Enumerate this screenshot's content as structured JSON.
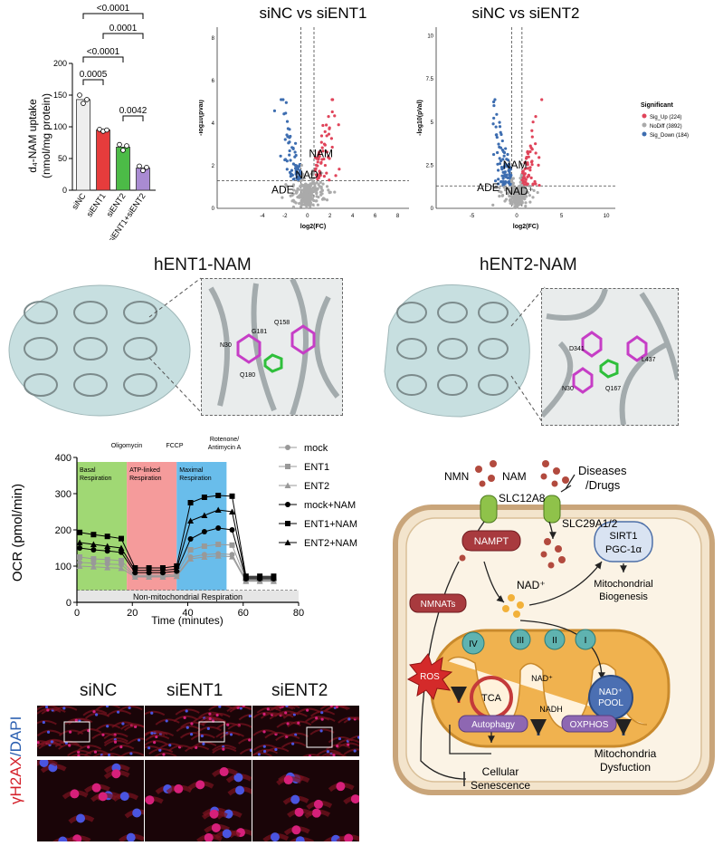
{
  "panelA": {
    "ylabel": "d₄-NAM uptake",
    "ylabel2": "(nmol/mg protein)",
    "chart_data": {
      "type": "bar",
      "categories": [
        "siNC",
        "siENT1",
        "siENT2",
        "siENT1+siENT2"
      ],
      "values": [
        143,
        95,
        68,
        35
      ],
      "points": [
        [
          150,
          137,
          143
        ],
        [
          96,
          93,
          95
        ],
        [
          72,
          63,
          70
        ],
        [
          38,
          31,
          36
        ]
      ],
      "ylim": [
        0,
        200
      ],
      "yticks": [
        0,
        50,
        100,
        150,
        200
      ],
      "colors": [
        "#eeeeee",
        "#e63c3c",
        "#4cbb47",
        "#a98bd2"
      ],
      "brackets": [
        {
          "from": 0,
          "to": 3,
          "label": "<0.0001"
        },
        {
          "from": 1,
          "to": 3,
          "label": "0.0001"
        },
        {
          "from": 0,
          "to": 2,
          "label": "<0.0001"
        },
        {
          "from": 0,
          "to": 1,
          "label": "0.0005"
        },
        {
          "from": 2,
          "to": 3,
          "label": "0.0042"
        }
      ]
    }
  },
  "volcano": {
    "plots": [
      {
        "title": "siNC vs siENT1",
        "xlabel": "log2(FC)",
        "ylabel": "-log10(pVal)",
        "xticks": [
          -4,
          -2,
          0,
          2,
          4,
          6,
          8
        ],
        "xlim": [
          -8,
          9
        ],
        "yticks": [
          0,
          2,
          4,
          6,
          8
        ],
        "ylim": [
          0,
          8.5
        ],
        "labels": [
          {
            "text": "NAM",
            "x": 1.2,
            "y": 2.4
          },
          {
            "text": "NAD⁺",
            "x": 0.2,
            "y": 1.4
          },
          {
            "text": "ADE",
            "x": -2.2,
            "y": 0.7
          }
        ]
      },
      {
        "title": "siNC vs siENT2",
        "xlabel": "log2(FC)",
        "ylabel": "-log10(pVal)",
        "xticks": [
          -5,
          0,
          5,
          10
        ],
        "xlim": [
          -9,
          11
        ],
        "yticks": [
          0,
          2.5,
          5.0,
          7.5,
          10.0
        ],
        "ylim": [
          0,
          10.5
        ],
        "labels": [
          {
            "text": "NAM",
            "x": -0.2,
            "y": 2.3
          },
          {
            "text": "ADE",
            "x": -3.2,
            "y": 1.0
          },
          {
            "text": "NAD⁺",
            "x": 0.3,
            "y": 0.8
          }
        ]
      }
    ],
    "legend": {
      "title": "Significant",
      "items": [
        {
          "label": "Sig_Up (224)",
          "color": "#e0445a"
        },
        {
          "label": "NoDiff (3892)",
          "color": "#aaaaaa"
        },
        {
          "label": "Sig_Down (184)",
          "color": "#3d6db0"
        }
      ]
    }
  },
  "structures": {
    "ent1": {
      "title": "hENT1-NAM",
      "residues": [
        "Q158",
        "N30",
        "G181",
        "Q180"
      ]
    },
    "ent2": {
      "title": "hENT2-NAM",
      "residues": [
        "D341",
        "L437",
        "N30",
        "Q167"
      ]
    }
  },
  "ocr": {
    "ylabel": "OCR (pmol/min)",
    "xlabel": "Time (minutes)",
    "injections": [
      "Oligomycin",
      "FCCP",
      "Rotenone/",
      "Antimycin A"
    ],
    "regions": [
      {
        "label": "Basal",
        "label2": "Respiration",
        "start": 0,
        "end": 18,
        "color": "#8fd15c"
      },
      {
        "label": "ATP-linked",
        "label2": "Respiration",
        "start": 18,
        "end": 36,
        "color": "#f38a8a"
      },
      {
        "label": "Maximal",
        "label2": "Respiration",
        "start": 36,
        "end": 54,
        "color": "#4fb2e8"
      }
    ],
    "nonmito": "Non-mitochondrial Respiration",
    "chart_data": {
      "type": "line",
      "x": [
        1,
        6,
        11,
        16,
        21,
        26,
        31,
        36,
        41,
        46,
        51,
        56,
        61,
        66,
        71
      ],
      "xlim": [
        0,
        80
      ],
      "xticks": [
        0,
        20,
        40,
        60,
        80
      ],
      "ylim": [
        0,
        400
      ],
      "yticks": [
        0,
        100,
        200,
        300,
        400
      ],
      "nonmito_level": 33,
      "series": [
        {
          "name": "mock",
          "marker": "circle",
          "color": "#999999",
          "values": [
            110,
            108,
            106,
            104,
            72,
            72,
            72,
            74,
            125,
            132,
            134,
            132,
            60,
            60,
            60
          ]
        },
        {
          "name": "ENT1",
          "marker": "square",
          "color": "#999999",
          "values": [
            125,
            120,
            118,
            115,
            75,
            75,
            75,
            78,
            145,
            155,
            160,
            158,
            62,
            62,
            62
          ]
        },
        {
          "name": "ENT2",
          "marker": "triangle",
          "color": "#999999",
          "values": [
            100,
            98,
            96,
            94,
            70,
            70,
            70,
            72,
            120,
            125,
            128,
            126,
            58,
            58,
            58
          ]
        },
        {
          "name": "mock+NAM",
          "marker": "circle",
          "color": "#000000",
          "values": [
            150,
            145,
            142,
            138,
            82,
            82,
            82,
            86,
            175,
            195,
            205,
            200,
            65,
            65,
            65
          ]
        },
        {
          "name": "ENT1+NAM",
          "marker": "square",
          "color": "#000000",
          "values": [
            193,
            187,
            182,
            176,
            95,
            95,
            95,
            100,
            275,
            290,
            295,
            293,
            72,
            72,
            72
          ]
        },
        {
          "name": "ENT2+NAM",
          "marker": "triangle",
          "color": "#000000",
          "values": [
            165,
            160,
            155,
            150,
            88,
            88,
            88,
            92,
            225,
            240,
            255,
            250,
            68,
            68,
            68
          ]
        }
      ]
    }
  },
  "micro": {
    "columns": [
      "siNC",
      "siENT1",
      "siENT2"
    ],
    "stain_red": "γH2AX",
    "stain_sep": "/",
    "stain_blue": "DAPI"
  },
  "schematic": {
    "nmn": "NMN",
    "nam": "NAM",
    "diseases": "Diseases",
    "drugs": "/Drugs",
    "slc12a8": "SLC12A8",
    "slc29": "SLC29A1/2",
    "nampt": "NAMPT",
    "nad": "NAD⁺",
    "sirt1": "SIRT1",
    "pgc": "PGC-1α",
    "mito_bio": "Mitochondrial",
    "mito_bio2": "Biogenesis",
    "nmnats": "NMNATs",
    "complexes": [
      "IV",
      "III",
      "II",
      "I"
    ],
    "ros": "ROS",
    "tca": "TCA",
    "nadplus": "NAD⁺",
    "nadh": "NADH",
    "pool": "NAD⁺",
    "pool2": "POOL",
    "autophagy": "Autophagy",
    "oxphos": "OXPHOS",
    "mito_dys": "Mitochondria",
    "mito_dys2": "Dysfuction",
    "senescence": "Cellular",
    "senescence2": "Senescence"
  }
}
